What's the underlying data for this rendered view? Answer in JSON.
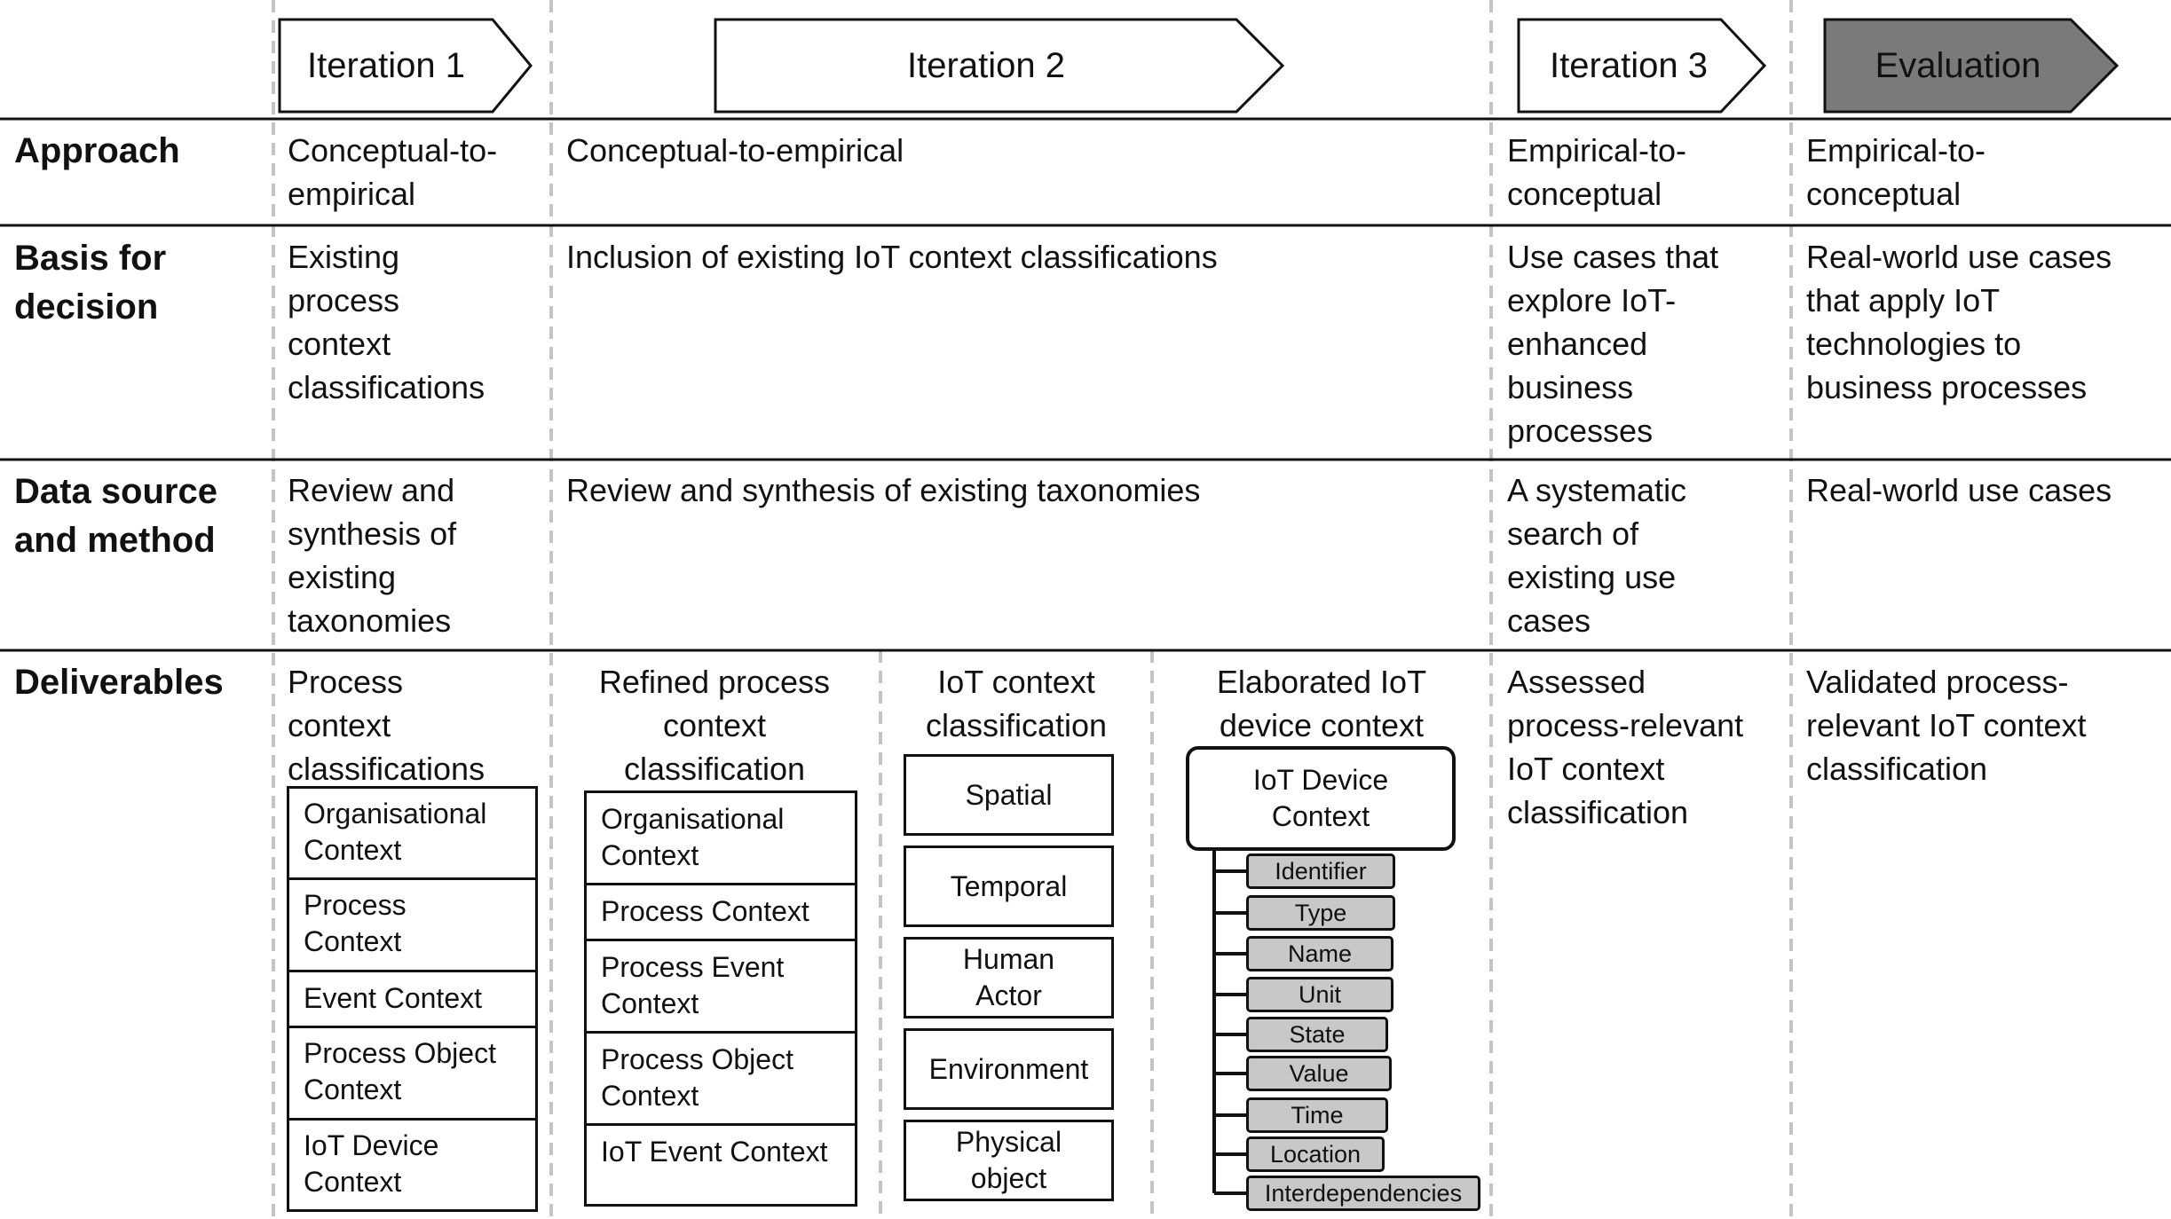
{
  "phases": [
    {
      "label": "Iteration 1",
      "fill": "#ffffff"
    },
    {
      "label": "Iteration 2",
      "fill": "#ffffff"
    },
    {
      "label": "Iteration 3",
      "fill": "#ffffff"
    },
    {
      "label": "Evaluation",
      "fill": "#7a7a7a"
    }
  ],
  "rows": {
    "approach": {
      "label": "Approach",
      "cells": [
        "Conceptual-to-\nempirical",
        "Conceptual-to-empirical",
        "Empirical-to-\nconceptual",
        "Empirical-to-\nconceptual"
      ]
    },
    "basis": {
      "label": "Basis for\ndecision",
      "cells": [
        "Existing\nprocess\ncontext\nclassifications",
        "Inclusion of existing IoT context classifications",
        "Use cases that\nexplore IoT-\nenhanced\nbusiness\nprocesses",
        "Real-world use cases\nthat apply IoT\ntechnologies to\nbusiness processes"
      ]
    },
    "data_source": {
      "label": "Data source\nand method",
      "cells": [
        "Review and\nsynthesis of\nexisting\ntaxonomies",
        "Review and synthesis of existing taxonomies",
        "A systematic\nsearch of\nexisting use\ncases",
        "Real-world use cases"
      ]
    },
    "deliverables": {
      "label": "Deliverables",
      "iteration1": {
        "title": "Process\ncontext\nclassifications",
        "items": [
          "Organisational\nContext",
          "Process\nContext",
          "Event Context",
          "Process Object\nContext",
          "IoT Device\nContext"
        ]
      },
      "iteration2_refined": {
        "title": "Refined process\ncontext\nclassification",
        "items": [
          "Organisational\nContext",
          "Process Context",
          "Process Event\nContext",
          "Process Object\nContext",
          "IoT Event Context"
        ]
      },
      "iteration2_iot": {
        "title": "IoT context\nclassification",
        "items": [
          "Spatial",
          "Temporal",
          "Human\nActor",
          "Environment",
          "Physical\nobject"
        ]
      },
      "iteration2_device": {
        "title": "Elaborated IoT\ndevice context",
        "root": "IoT Device\nContext",
        "attributes": [
          "Identifier",
          "Type",
          "Name",
          "Unit",
          "State",
          "Value",
          "Time",
          "Location",
          "Interdependencies"
        ],
        "attribute_fill": "#c8c8c8"
      },
      "iteration3": "Assessed\nprocess-relevant\nIoT context\nclassification",
      "evaluation": "Validated process-\nrelevant IoT context\nclassification"
    }
  }
}
